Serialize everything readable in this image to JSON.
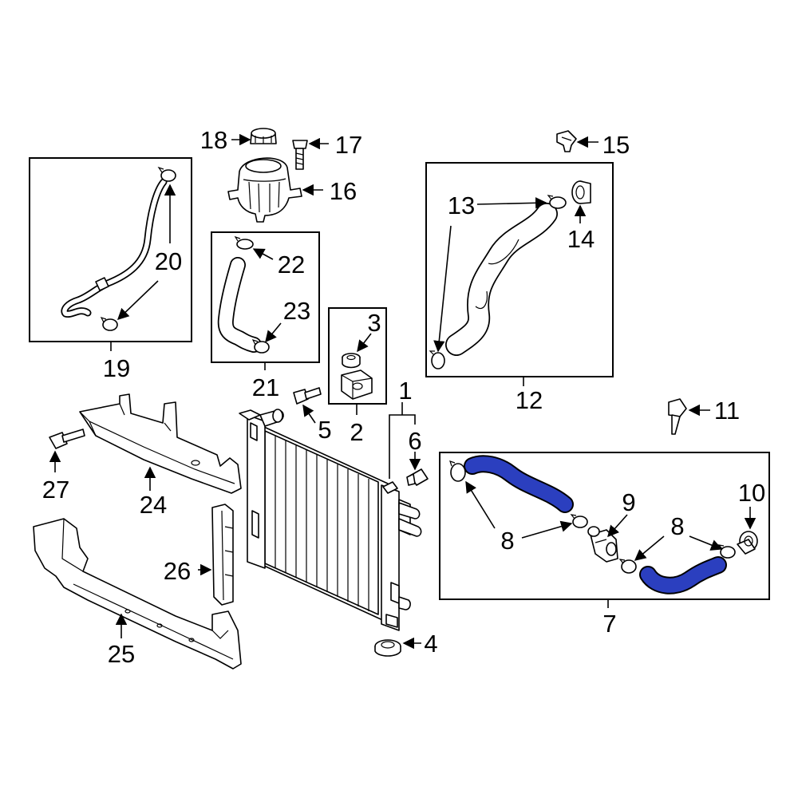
{
  "diagram": {
    "callouts": {
      "c1": "1",
      "c2": "2",
      "c3": "3",
      "c4": "4",
      "c5": "5",
      "c6": "6",
      "c7": "7",
      "c8a": "8",
      "c8b": "8",
      "c9": "9",
      "c10": "10",
      "c11": "11",
      "c12": "12",
      "c13": "13",
      "c14": "14",
      "c15": "15",
      "c16": "16",
      "c17": "17",
      "c18": "18",
      "c19": "19",
      "c20": "20",
      "c21": "21",
      "c22": "22",
      "c23": "23",
      "c24": "24",
      "c25": "25",
      "c26": "26",
      "c27": "27"
    },
    "colors": {
      "highlight_hose": "#2b3fbf",
      "line": "#000000",
      "background": "#ffffff"
    }
  }
}
